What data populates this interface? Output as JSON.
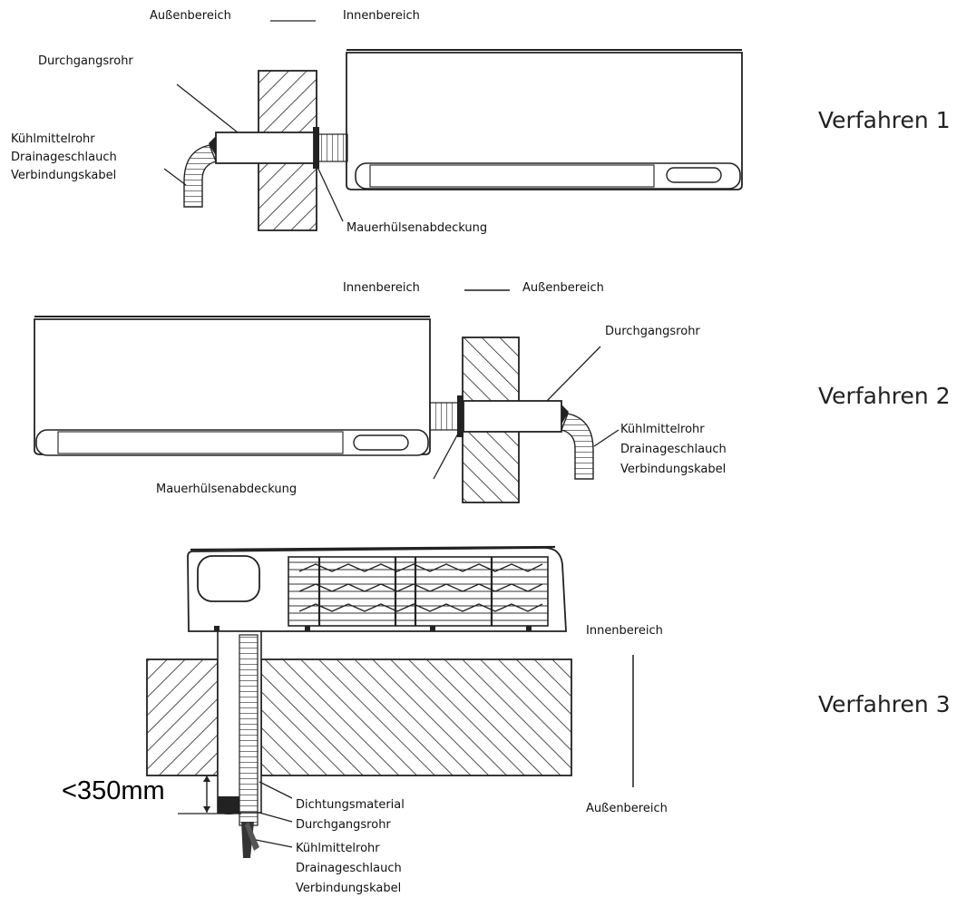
{
  "method1": {
    "title": "Verfahren 1",
    "outside": "Außenbereich",
    "inside": "Innenbereich",
    "sleeve_pipe": "Durchgangsrohr",
    "lines": [
      "Kühlmittelrohr",
      "Drainageschlauch",
      "Verbindungskabel"
    ],
    "wall_cover": "Mauerhülsenabdeckung"
  },
  "method2": {
    "title": "Verfahren 2",
    "inside": "Innenbereich",
    "outside": "Außenbereich",
    "sleeve_pipe": "Durchgangsrohr",
    "lines": [
      "Kühlmittelrohr",
      "Drainageschlauch",
      "Verbindungskabel"
    ],
    "wall_cover": "Mauerhülsenabdeckung"
  },
  "method3": {
    "title": "Verfahren 3",
    "inside": "Innenbereich",
    "outside": "Außenbereich",
    "dimension": "<350mm",
    "seal": "Dichtungsmaterial",
    "sleeve_pipe": "Durchgangsrohr",
    "lines": [
      "Kühlmittelrohr",
      "Drainageschlauch",
      "Verbindungskabel"
    ]
  }
}
